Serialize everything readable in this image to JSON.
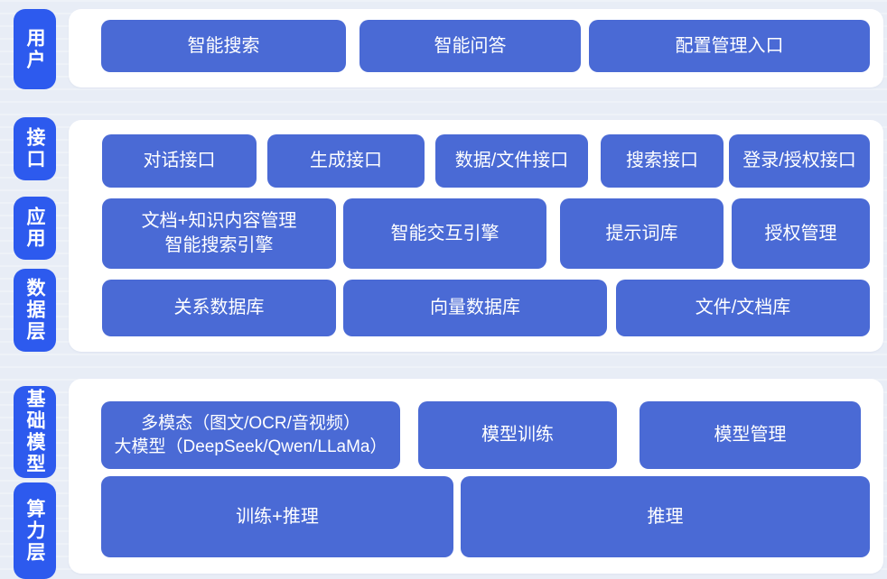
{
  "palette": {
    "page_bg": "#e8edf6",
    "panel_bg": "#ffffff",
    "pill_bg": "#2d5aee",
    "node_bg": "#4a6ad5",
    "node_text": "#ffffff"
  },
  "sidebar": {
    "user": "用户",
    "interface": "接口",
    "application": "应用",
    "data_layer": "数据层",
    "base_model": "基础模型",
    "compute_layer": "算力层"
  },
  "user_band": {
    "smart_search": "智能搜索",
    "smart_qa": "智能问答",
    "config_entry": "配置管理入口"
  },
  "interface_row": {
    "dialog_api": "对话接口",
    "generation_api": "生成接口",
    "data_file_api": "数据/文件接口",
    "search_api": "搜索接口",
    "login_auth_api": "登录/授权接口"
  },
  "application_row": {
    "doc_km_line1": "文档+知识内容管理",
    "doc_km_line2": "智能搜索引擎",
    "interaction_engine": "智能交互引擎",
    "prompt_library": "提示词库",
    "auth_management": "授权管理"
  },
  "data_row": {
    "relational_db": "关系数据库",
    "vector_db": "向量数据库",
    "file_doc_store": "文件/文档库"
  },
  "model_row": {
    "multimodal_line1": "多模态（图文/OCR/音视频）",
    "multimodal_line2": "大模型（DeepSeek/Qwen/LLaMa）",
    "model_training": "模型训练",
    "model_management": "模型管理"
  },
  "compute_row": {
    "train_plus_infer": "训练+推理",
    "inference": "推理"
  }
}
